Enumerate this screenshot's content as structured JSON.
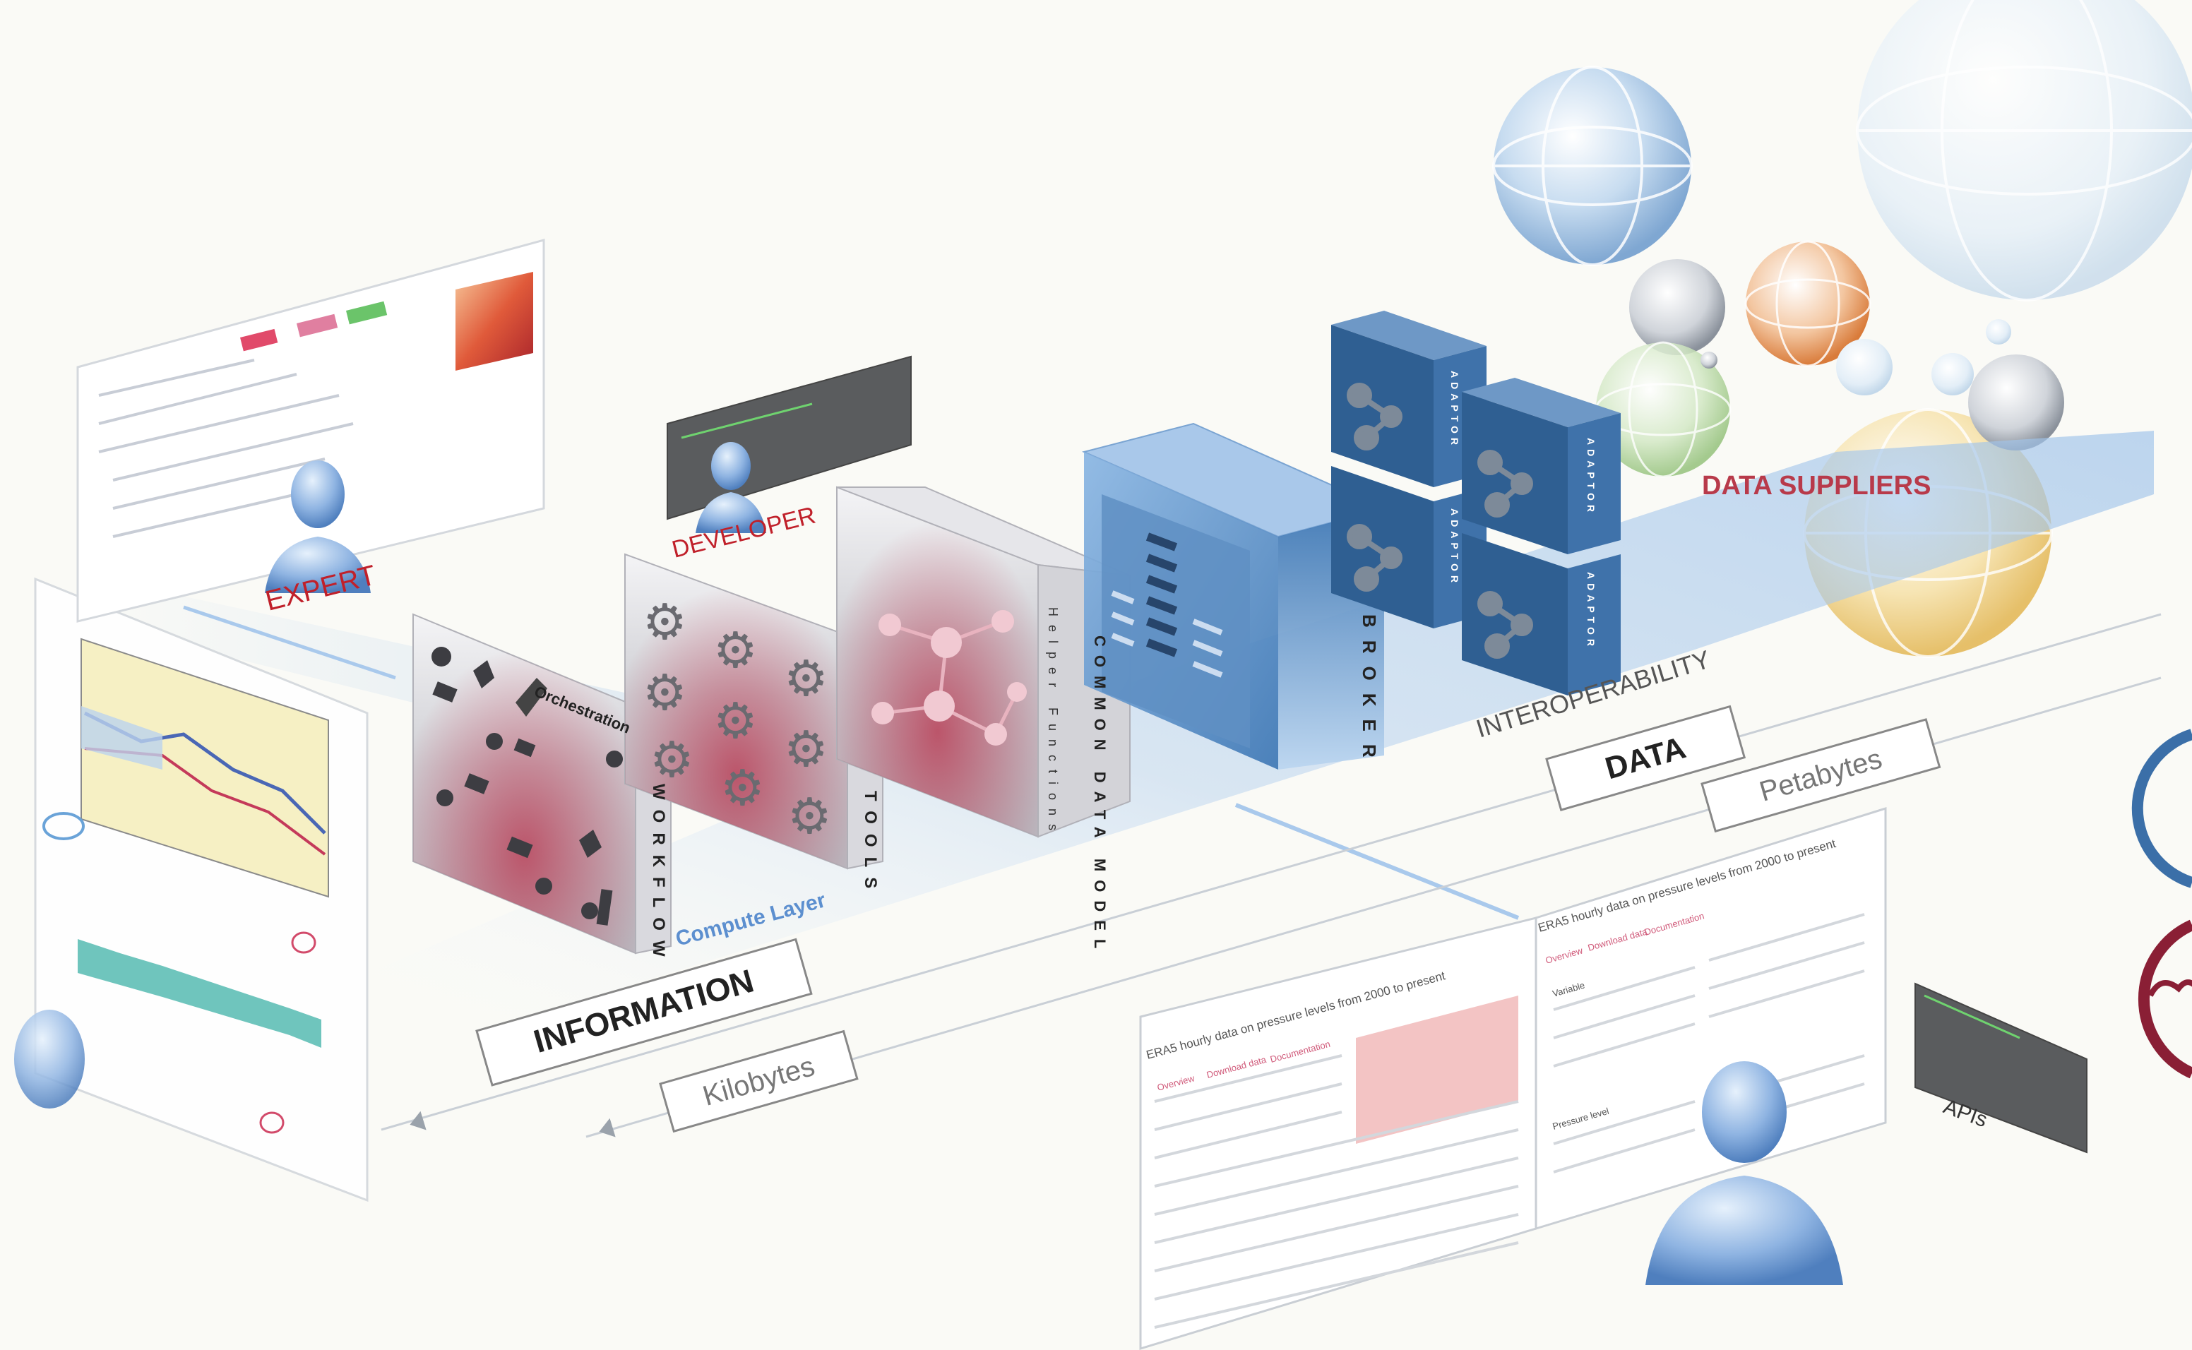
{
  "roles": {
    "expert": "EXPERT",
    "developer": "DEVELOPER",
    "data_suppliers": "DATA SUPPLIERS"
  },
  "stack": {
    "orchestration": "Orchestration",
    "workflow": "WORKFLOW",
    "tools": "TOOLS",
    "helper_functions": "Helper Functions",
    "common_data_model": "COMMON DATA MODEL",
    "broker": "BROKER",
    "adaptor": "ADAPTOR",
    "compute_layer": "Compute Layer",
    "interoperability": "INTEROPERABILITY"
  },
  "scale": {
    "information": "INFORMATION",
    "kilobytes": "Kilobytes",
    "data": "DATA",
    "petabytes": "Petabytes",
    "apis": "APIs"
  },
  "documents": {
    "left_title": "ERA5 hourly data on pressure levels from 2000 to present",
    "right_title": "ERA5 hourly data on pressure levels from 2000 to present",
    "tab_overview": "Overview",
    "tab_download": "Download data",
    "tab_documentation": "Documentation",
    "variable_label": "Variable",
    "pressure_level_label": "Pressure level"
  },
  "colors": {
    "red_label": "#c0202a",
    "data_suppliers": "#b83a4a",
    "compute_layer": "#5c8fcf",
    "broker_blue": "#3f78b5",
    "adaptor_blue": "#2f5f92",
    "crimson_glow": "#b8304a"
  }
}
